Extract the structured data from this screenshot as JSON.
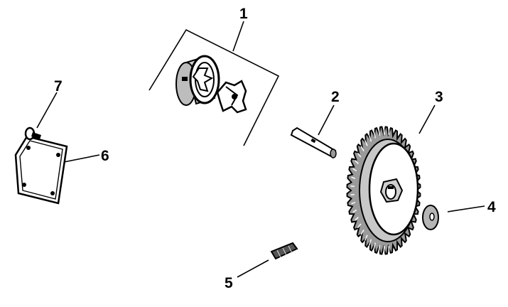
{
  "callouts": {
    "c1": "1",
    "c2": "2",
    "c3": "3",
    "c4": "4",
    "c5": "5",
    "c6": "6",
    "c7": "7"
  },
  "colors": {
    "ink": "#000000",
    "paper": "#ffffff",
    "shade": "#9a9a9a",
    "mid": "#c8c8c8"
  }
}
